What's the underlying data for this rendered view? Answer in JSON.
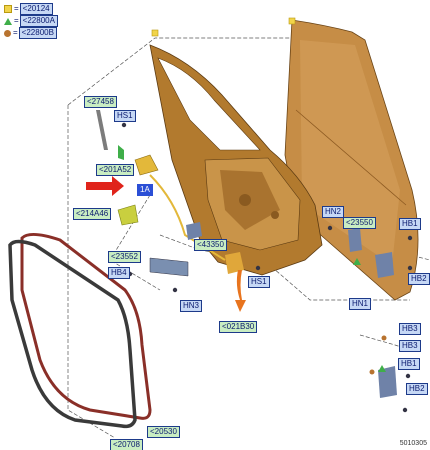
{
  "legend": [
    {
      "symbol": "square-icon",
      "color": "#f1d44a",
      "label": "<20124"
    },
    {
      "symbol": "triangle-icon",
      "color": "#3fae49",
      "label": "<22800A"
    },
    {
      "symbol": "circle-icon",
      "color": "#b8732f",
      "label": "<22800B"
    }
  ],
  "labels": {
    "l27458": "<27458",
    "hs1_top": "HS1",
    "l201a52": "<201A52",
    "l1a": "1A",
    "l214a46": "<214A46",
    "hn2": "HN2",
    "l23550": "<23550",
    "hb1_top": "HB1",
    "l43350": "<43350",
    "l23552": "<23552",
    "hb4": "HB4",
    "hs1_bottom": "HS1",
    "hb2_top": "HB2",
    "hn3": "HN3",
    "hn1": "HN1",
    "l021b30": "<021B30",
    "hb3_top": "HB3",
    "hb3_bottom": "HB3",
    "hb1_bottom": "HB1",
    "hb2_bottom": "HB2",
    "l20530": "<20530",
    "l20708": "<20708"
  },
  "reference": "5010305",
  "colors": {
    "door_frame": "#b27a2e",
    "door_panel": "#c68d46",
    "seal_outer": "#8a2f28",
    "seal_inner": "#3a3a3a",
    "arrow_red": "#e0241b",
    "arrow_orange": "#e8741e",
    "callout_blue": "#1d3a8a"
  }
}
